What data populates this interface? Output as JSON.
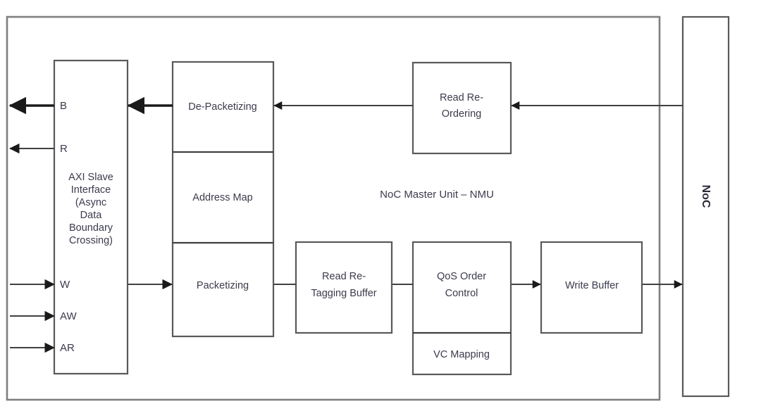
{
  "diagram": {
    "title": "NoC Master Unit – NMU",
    "center_label": "NoC Master Unit – NMU",
    "colors": {
      "box_stroke": "#595959",
      "frame_stroke": "#7f7f7f",
      "arrow": "#1a1a1a",
      "line": "#404040",
      "text": "#3b3b4d",
      "background": "#ffffff"
    },
    "axi_interface": {
      "label": "AXI Slave Interface (Async Data Boundary Crossing)",
      "lines": [
        "AXI Slave",
        "Interface",
        "(Async",
        "Data",
        "Boundary",
        "Crossing)"
      ]
    },
    "ports": [
      {
        "name": "B",
        "direction": "out"
      },
      {
        "name": "R",
        "direction": "out"
      },
      {
        "name": "W",
        "direction": "in"
      },
      {
        "name": "AW",
        "direction": "in"
      },
      {
        "name": "AR",
        "direction": "in"
      }
    ],
    "nmu_stack": [
      {
        "name": "de-packetizing",
        "label": "De-Packetizing"
      },
      {
        "name": "address-map",
        "label": "Address Map"
      },
      {
        "name": "packetizing",
        "label": "Packetizing"
      }
    ],
    "blocks": [
      {
        "name": "read-re-ordering",
        "lines": [
          "Read Re-",
          "Ordering"
        ]
      },
      {
        "name": "read-re-tagging-buffer",
        "lines": [
          "Read Re-",
          "Tagging Buffer"
        ]
      },
      {
        "name": "qos-order-control",
        "lines": [
          "QoS Order",
          "Control"
        ]
      },
      {
        "name": "vc-mapping",
        "lines": [
          "VC Mapping"
        ]
      },
      {
        "name": "write-buffer",
        "lines": [
          "Write Buffer"
        ]
      }
    ],
    "noc": {
      "label": "NoC"
    }
  }
}
